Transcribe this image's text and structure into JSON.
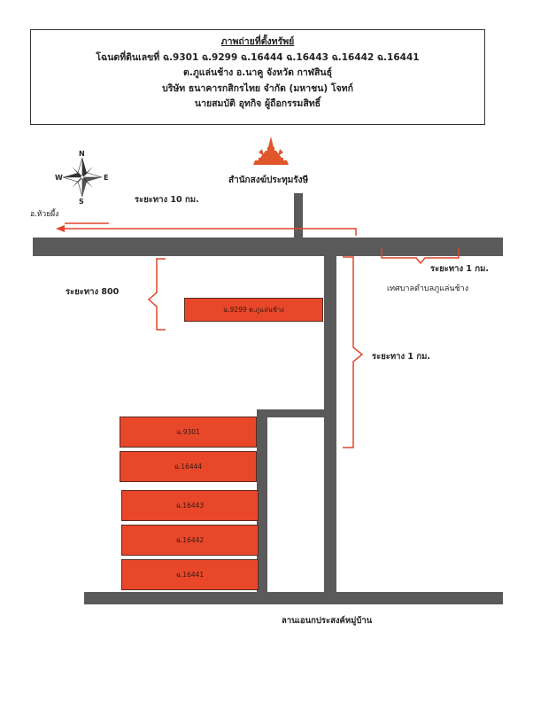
{
  "header": {
    "title": "ภาพถ่ายที่ตั้งทรัพย์",
    "deeds_line": "โฉนดที่ดินเลขที่   ฉ.9301   ฉ.9299  ฉ.16444  ฉ.16443  ฉ.16442  ฉ.16441",
    "location_line": "ต.ภูแล่นช้าง   อ.นาคู     จังหวัด      กาฬสินธุ์",
    "parties_line": "บริษัท ธนาคารกสิกรไทย จำกัด  (มหาชน)    โจทก์",
    "owner_line": "นายสมบัติ  อุทกิจ  ผู้ถือกรรมสิทธิ์"
  },
  "compass": {
    "n": "N",
    "s": "S",
    "e": "E",
    "w": "W"
  },
  "temple_label": "สำนักสงฆ์ประทุมรังษี",
  "distance_10km": "ระยะทาง 10 กม.",
  "huai_phueng": "อ.ห้วยผึ้ง",
  "distance_800": "ระยะทาง 800",
  "distance_1km_right": "ระยะทาง  1  กม.",
  "distance_1km_top": "ระยะทาง 1 กม.",
  "municipality": "เทศบาลตำบลภูแล่นช้าง",
  "village_ground": "ลานเอนกประสงค์หมู่บ้าน",
  "plots": {
    "p9299": "ฉ.9299  ต.ภูแล่นช้าง",
    "p9301": "ฉ.9301",
    "p16444": "ฉ.16444",
    "p16443": "ฉ.16443",
    "p16442": "ฉ.16442",
    "p16441": "ฉ.16441"
  },
  "colors": {
    "plot": "#e8472a",
    "road": "#5a5a5a",
    "marker": "#e0462a"
  }
}
